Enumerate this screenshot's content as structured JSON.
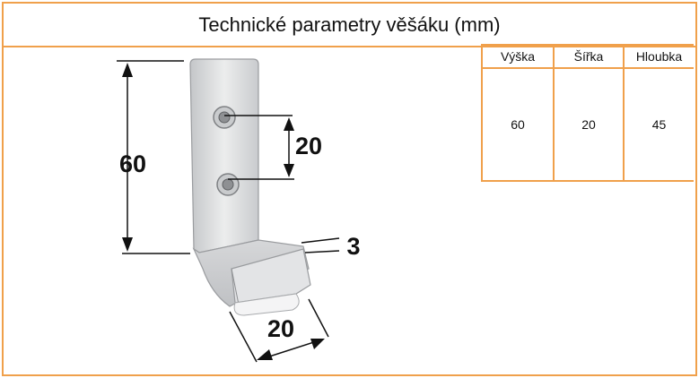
{
  "title": "Technické parametry věšáku (mm)",
  "table": {
    "headers": [
      "Výška",
      "Šířka",
      "Hloubka"
    ],
    "values": [
      "60",
      "20",
      "45"
    ]
  },
  "drawing": {
    "dim_height": "60",
    "dim_hole_spacing": "20",
    "dim_thickness": "3",
    "dim_width": "20"
  },
  "colors": {
    "border": "#f0a04b",
    "metal": "#d9dadc",
    "ink": "#111111"
  }
}
